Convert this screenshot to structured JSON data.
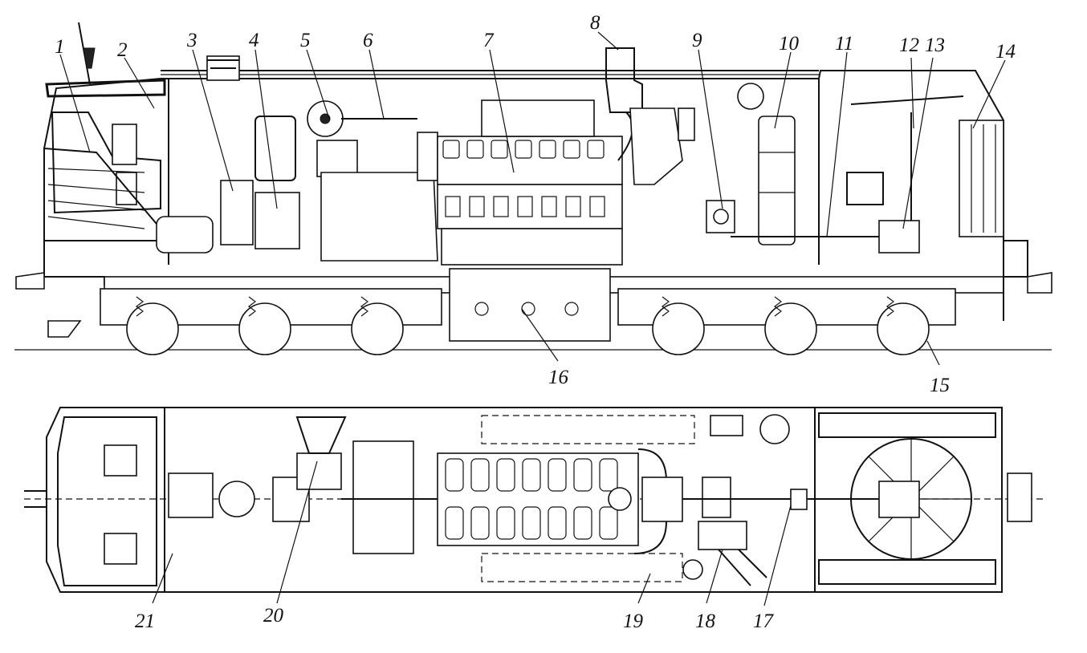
{
  "figure": {
    "callouts": [
      {
        "id": "c1",
        "text": "1"
      },
      {
        "id": "c2",
        "text": "2"
      },
      {
        "id": "c3",
        "text": "3"
      },
      {
        "id": "c4",
        "text": "4"
      },
      {
        "id": "c5",
        "text": "5"
      },
      {
        "id": "c6",
        "text": "6"
      },
      {
        "id": "c7",
        "text": "7"
      },
      {
        "id": "c8",
        "text": "8"
      },
      {
        "id": "c9",
        "text": "9"
      },
      {
        "id": "c10",
        "text": "10"
      },
      {
        "id": "c11",
        "text": "11"
      },
      {
        "id": "c12",
        "text": "12"
      },
      {
        "id": "c13",
        "text": "13"
      },
      {
        "id": "c14",
        "text": "14"
      },
      {
        "id": "c15",
        "text": "15"
      },
      {
        "id": "c16",
        "text": "16"
      },
      {
        "id": "c17",
        "text": "17"
      },
      {
        "id": "c18",
        "text": "18"
      },
      {
        "id": "c19",
        "text": "19"
      },
      {
        "id": "c20",
        "text": "20"
      },
      {
        "id": "c21",
        "text": "21"
      }
    ],
    "colors": {
      "ink": "#111111",
      "paper": "#ffffff"
    }
  }
}
